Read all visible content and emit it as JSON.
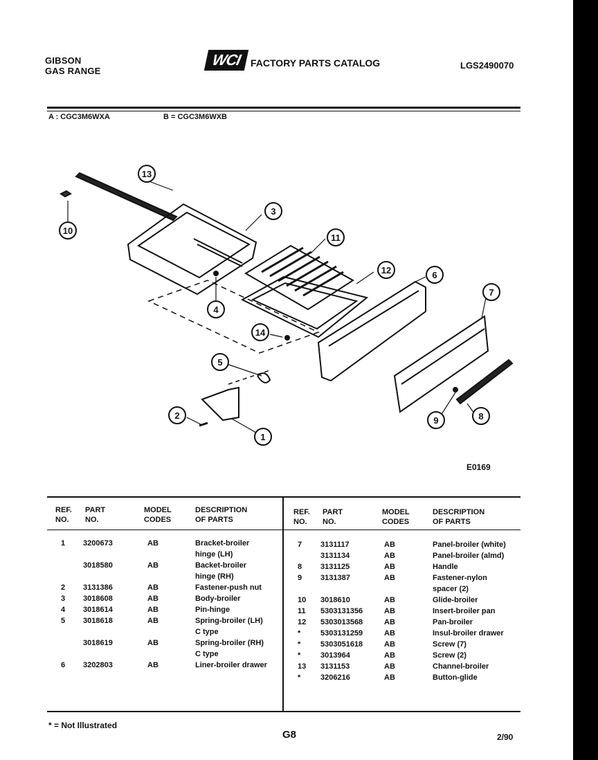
{
  "header": {
    "brand_line1": "GIBSON",
    "brand_line2": "GAS RANGE",
    "logo_text": "WCI",
    "catalog_title": "FACTORY PARTS CATALOG",
    "catalog_code": "LGS2490070"
  },
  "models": {
    "a": "A : CGC3M6WXA",
    "b": "B = CGC3M6WXB"
  },
  "figure_code": "E0169",
  "callouts": [
    "1",
    "2",
    "3",
    "4",
    "5",
    "6",
    "7",
    "8",
    "9",
    "10",
    "11",
    "12",
    "13",
    "14"
  ],
  "table": {
    "headers": {
      "ref": [
        "REF.",
        "NO."
      ],
      "part": [
        "PART",
        "NO."
      ],
      "model": [
        "MODEL",
        "CODES"
      ],
      "desc": [
        "DESCRIPTION",
        "OF PARTS"
      ]
    },
    "left_rows": [
      {
        "ref": "1",
        "part": "3200673",
        "codes": "AB",
        "desc": "Bracket-broiler"
      },
      {
        "ref": "",
        "part": "",
        "codes": "",
        "desc": "hinge (LH)"
      },
      {
        "ref": "",
        "part": "3018580",
        "codes": "AB",
        "desc": "Backet-broiler"
      },
      {
        "ref": "",
        "part": "",
        "codes": "",
        "desc": "hinge (RH)"
      },
      {
        "ref": "2",
        "part": "3131386",
        "codes": "AB",
        "desc": "Fastener-push nut"
      },
      {
        "ref": "3",
        "part": "3018608",
        "codes": "AB",
        "desc": "Body-broiler"
      },
      {
        "ref": "4",
        "part": "3018614",
        "codes": "AB",
        "desc": "Pin-hinge"
      },
      {
        "ref": "5",
        "part": "3018618",
        "codes": "AB",
        "desc": "Spring-broiler (LH)"
      },
      {
        "ref": "",
        "part": "",
        "codes": "",
        "desc": "C type"
      },
      {
        "ref": "",
        "part": "3018619",
        "codes": "AB",
        "desc": "Spring-broiler (RH)"
      },
      {
        "ref": "",
        "part": "",
        "codes": "",
        "desc": "C type"
      },
      {
        "ref": "6",
        "part": "3202803",
        "codes": "AB",
        "desc": "Liner-broiler drawer"
      }
    ],
    "right_rows": [
      {
        "ref": "7",
        "part": "3131117",
        "codes": "AB",
        "desc": "Panel-broiler (white)"
      },
      {
        "ref": "",
        "part": "3131134",
        "codes": "AB",
        "desc": "Panel-broiler (almd)"
      },
      {
        "ref": "8",
        "part": "3131125",
        "codes": "AB",
        "desc": "Handle"
      },
      {
        "ref": "9",
        "part": "3131387",
        "codes": "AB",
        "desc": "Fastener-nylon"
      },
      {
        "ref": "",
        "part": "",
        "codes": "",
        "desc": "spacer (2)"
      },
      {
        "ref": "10",
        "part": "3018610",
        "codes": "AB",
        "desc": "Glide-broiler"
      },
      {
        "ref": "11",
        "part": "5303131356",
        "codes": "AB",
        "desc": "Insert-broiler pan"
      },
      {
        "ref": "12",
        "part": "5303013568",
        "codes": "AB",
        "desc": "Pan-broiler"
      },
      {
        "ref": "*",
        "part": "5303131259",
        "codes": "AB",
        "desc": "Insul-broiler drawer"
      },
      {
        "ref": "*",
        "part": "5303051618",
        "codes": "AB",
        "desc": "Screw (7)"
      },
      {
        "ref": "*",
        "part": "3013964",
        "codes": "AB",
        "desc": "Screw (2)"
      },
      {
        "ref": "13",
        "part": "3131153",
        "codes": "AB",
        "desc": "Channel-broiler"
      },
      {
        "ref": "*",
        "part": "3206216",
        "codes": "AB",
        "desc": "Button-glide"
      }
    ]
  },
  "footer": {
    "note": "* = Not Illustrated",
    "page": "G8",
    "date": "2/90"
  }
}
